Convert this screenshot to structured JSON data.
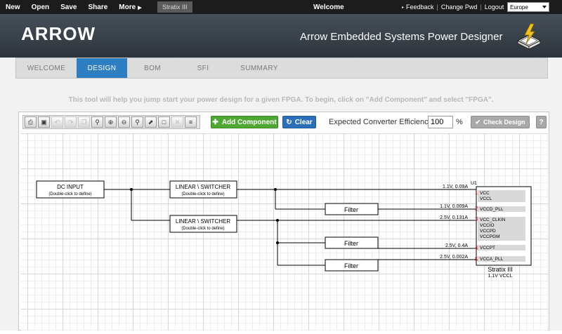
{
  "topbar": {
    "menu": [
      "New",
      "Open",
      "Save",
      "Share",
      "More"
    ],
    "project": "Stratix III",
    "center": "Welcome",
    "links": [
      "Feedback",
      "Change Pwd",
      "Logout"
    ],
    "region": "Europe"
  },
  "header": {
    "logo_text": "ARROW",
    "title": "Arrow Embedded Systems Power Designer"
  },
  "tabs": [
    "WELCOME",
    "DESIGN",
    "BOM",
    "SFI",
    "SUMMARY"
  ],
  "active_tab": "DESIGN",
  "intro": "This tool will help you jump start your power design for a given FPGA. To begin, click on \"Add Component\" and select \"FPGA\".",
  "toolbar": {
    "add_component": "Add Component",
    "clear": "Clear",
    "efficiency_label": "Expected Converter Efficiency:",
    "efficiency_value": "100",
    "efficiency_unit": "%",
    "check_design": "Check Design",
    "help": "?"
  },
  "diagram": {
    "dc_input": {
      "title": "DC INPUT",
      "subtitle": "(Double-click to define)"
    },
    "converters": [
      {
        "title": "LINEAR \\ SWITCHER",
        "subtitle": "(Double-click to define)"
      },
      {
        "title": "LINEAR \\ SWITCHER",
        "subtitle": "(Double-click to define)"
      }
    ],
    "filters": [
      "Filter",
      "Filter",
      "Filter"
    ],
    "rail_labels": [
      "1.1V, 0.09A",
      "1.1V, 0.009A",
      "2.5V, 0.131A",
      "2.5V, 0.4A",
      "2.5V, 0.002A"
    ],
    "fpga": {
      "ref": "U1",
      "name": "Stratix III",
      "subname": "1.1V VCCL",
      "pins": [
        {
          "num": "1",
          "names": [
            "VCC",
            "VCCL"
          ]
        },
        {
          "num": "2",
          "names": [
            "VCCD_PLL"
          ]
        },
        {
          "num": "3",
          "names": [
            "VCC_CLKIN",
            "VCCIO",
            "VCCPD",
            "VCCPGM"
          ]
        },
        {
          "num": "4",
          "names": [
            "VCCPT"
          ]
        },
        {
          "num": "5",
          "names": [
            "VCCA_PLL"
          ]
        }
      ]
    }
  }
}
